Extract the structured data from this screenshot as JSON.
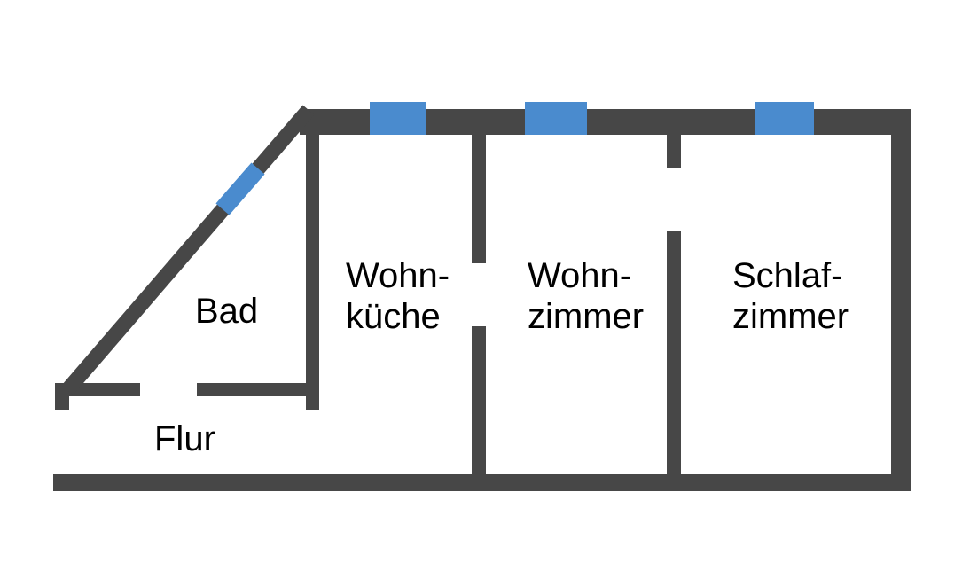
{
  "floorplan": {
    "background": "#ffffff",
    "colors": {
      "wall": "#474747",
      "window": "#4a8bce",
      "text": "#000000"
    },
    "rooms": [
      {
        "id": "bad",
        "lines": [
          "Bad"
        ]
      },
      {
        "id": "flur",
        "lines": [
          "Flur"
        ]
      },
      {
        "id": "wohnkueche",
        "lines": [
          "Wohn-",
          "küche"
        ]
      },
      {
        "id": "wohnzimmer",
        "lines": [
          "Wohn-",
          "zimmer"
        ]
      },
      {
        "id": "schlafzimmer",
        "lines": [
          "Schlaf-",
          "zimmer"
        ]
      }
    ],
    "window_count": 4
  }
}
